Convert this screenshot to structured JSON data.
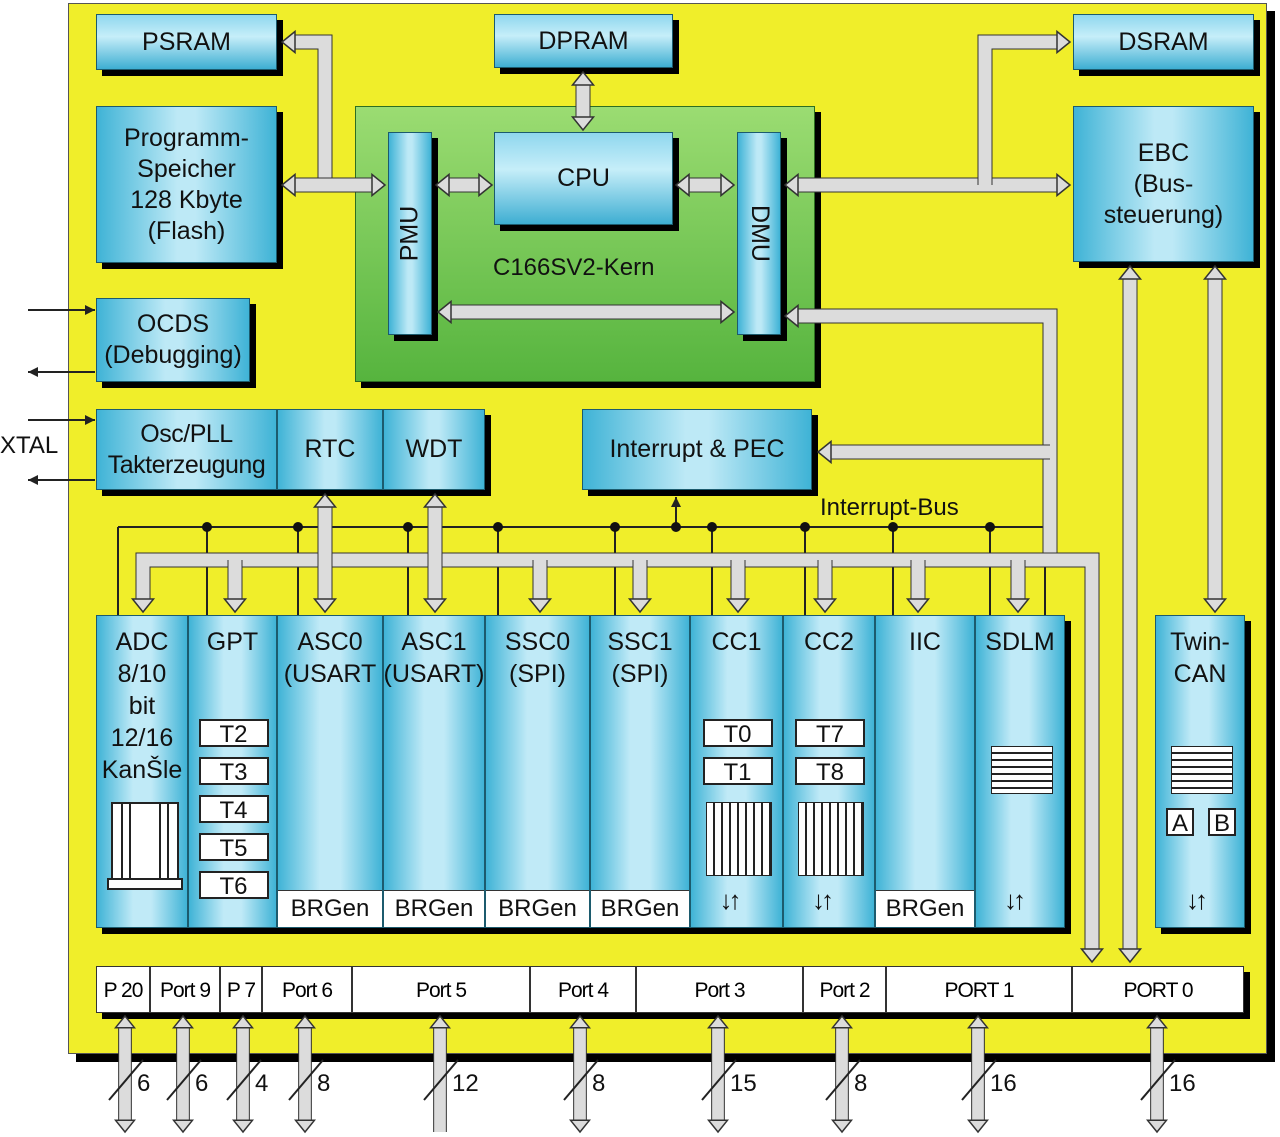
{
  "memory": {
    "psram": "PSRAM",
    "dpram": "DPRAM",
    "dsram": "DSRAM",
    "flash": "Programm-\nSpeicher\n128 Kbyte\n(Flash)"
  },
  "core": {
    "label": "C166SV2-Kern",
    "pmu": "PMU",
    "cpu": "CPU",
    "dmu": "DMU"
  },
  "ebc": "EBC\n(Bus-\nsteuerung)",
  "ocds": "OCDS\n(Debugging)",
  "osc": "Osc/PLL\nTakterzeugung",
  "rtc": "RTC",
  "wdt": "WDT",
  "xtal": "XTAL",
  "interrupt": "Interrupt & PEC",
  "interrupt_bus": "Interrupt-Bus",
  "peripherals": [
    {
      "title": "ADC\n8/10\nbit\n12/16\nKanŠle"
    },
    {
      "title": "GPT",
      "timers": [
        "T2",
        "T3",
        "T4",
        "T5",
        "T6"
      ]
    },
    {
      "title": "ASC0\n(USART",
      "sub": "BRGen"
    },
    {
      "title": "ASC1\n(USART)",
      "sub": "BRGen"
    },
    {
      "title": "SSC0\n(SPI)",
      "sub": "BRGen"
    },
    {
      "title": "SSC1\n(SPI)",
      "sub": "BRGen"
    },
    {
      "title": "CC1",
      "timers": [
        "T0",
        "T1"
      ]
    },
    {
      "title": "CC2",
      "timers": [
        "T7",
        "T8"
      ]
    },
    {
      "title": "IIC",
      "sub": "BRGen"
    },
    {
      "title": "SDLM"
    }
  ],
  "twincan": {
    "title": "Twin-\nCAN",
    "a": "A",
    "b": "B"
  },
  "io_arrows": "↓↑",
  "ports": [
    "P 20",
    "Port 9",
    "P 7",
    "Port 6",
    "Port 5",
    "Port 4",
    "Port 3",
    "Port 2",
    "PORT 1",
    "PORT 0"
  ],
  "port_widths": [
    "6",
    "6",
    "4",
    "8",
    "12",
    "8",
    "15",
    "8",
    "16",
    "16"
  ]
}
